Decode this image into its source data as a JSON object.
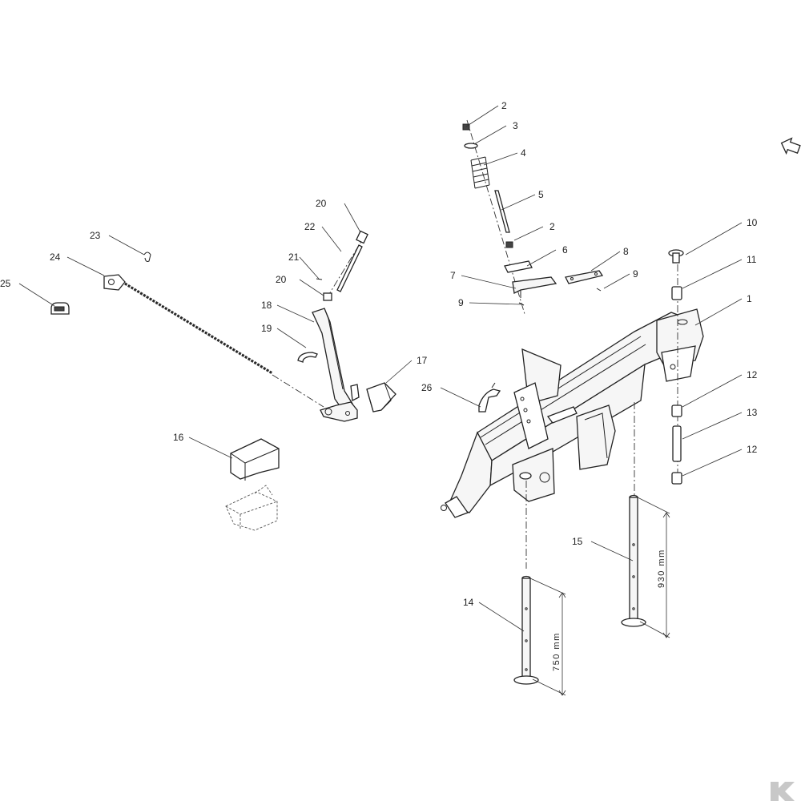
{
  "callouts": {
    "c1": "1",
    "c2a": "2",
    "c2b": "2",
    "c3": "3",
    "c4": "4",
    "c5": "5",
    "c6": "6",
    "c7": "7",
    "c8": "8",
    "c9a": "9",
    "c9b": "9",
    "c10": "10",
    "c11": "11",
    "c12a": "12",
    "c12b": "12",
    "c13": "13",
    "c14": "14",
    "c15": "15",
    "c16": "16",
    "c17": "17",
    "c18": "18",
    "c19": "19",
    "c20a": "20",
    "c20b": "20",
    "c21": "21",
    "c22": "22",
    "c23": "23",
    "c24": "24",
    "c25": "25",
    "c26": "26"
  },
  "dimensions": {
    "leg_short": "750 mm",
    "leg_long": "930 mm"
  },
  "icons": {
    "nav_arrow": "arrow-icon",
    "brand_logo": "logo-icon"
  },
  "colors": {
    "line": "#222222",
    "background": "#ffffff",
    "logo": "#c8c8c8"
  }
}
